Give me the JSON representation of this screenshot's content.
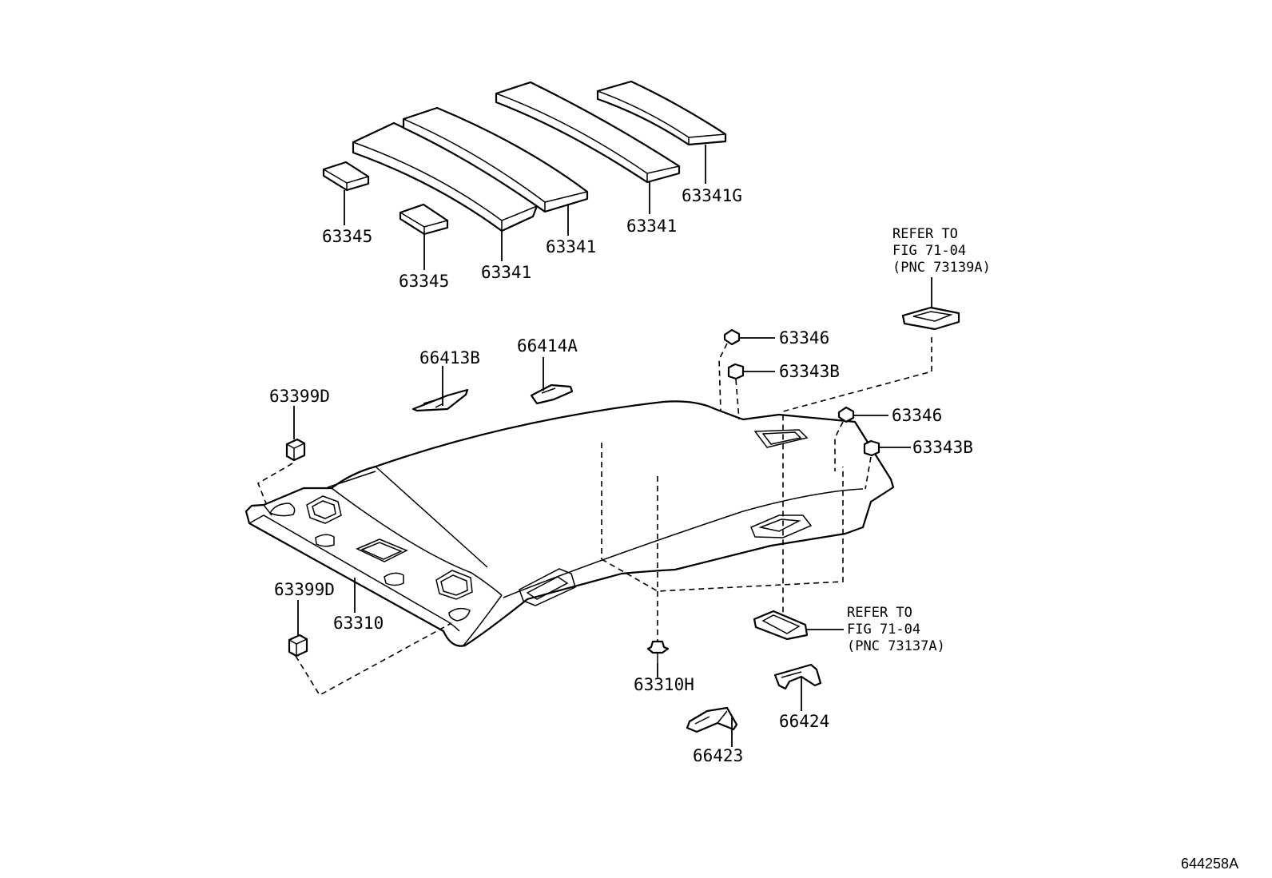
{
  "labels": {
    "p63345_a": "63345",
    "p63345_b": "63345",
    "p63341_a": "63341",
    "p63341_b": "63341",
    "p63341_c": "63341",
    "p63341g": "63341G",
    "p66413b": "66413B",
    "p66414a": "66414A",
    "p63399d_a": "63399D",
    "p63399d_b": "63399D",
    "p63310": "63310",
    "p63310h": "63310H",
    "p63346_a": "63346",
    "p63346_b": "63346",
    "p63343b_a": "63343B",
    "p63343b_b": "63343B",
    "p66423": "66423",
    "p66424": "66424"
  },
  "refs": {
    "rear": {
      "line1": "REFER TO",
      "line2": "FIG 71-04",
      "line3": "(PNC 73139A)"
    },
    "front": {
      "line1": "REFER TO",
      "line2": "FIG 71-04",
      "line3": "(PNC 73137A)"
    }
  },
  "figure_code": "644258A"
}
